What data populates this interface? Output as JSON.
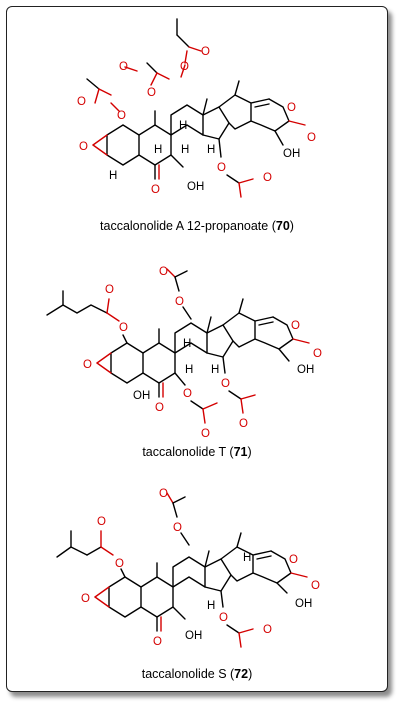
{
  "compounds": [
    {
      "caption_name": "taccalonolide A 12-propanoate",
      "caption_number": "70"
    },
    {
      "caption_name": "taccalonolide T",
      "caption_number": "71"
    },
    {
      "caption_name": "taccalonolide S",
      "caption_number": "72"
    }
  ],
  "atom_labels": {
    "oxygen": "O",
    "hydrogen": "H",
    "hydroxyl": "OH"
  },
  "colors": {
    "oxygen": "#d40000",
    "bond": "#000000"
  }
}
